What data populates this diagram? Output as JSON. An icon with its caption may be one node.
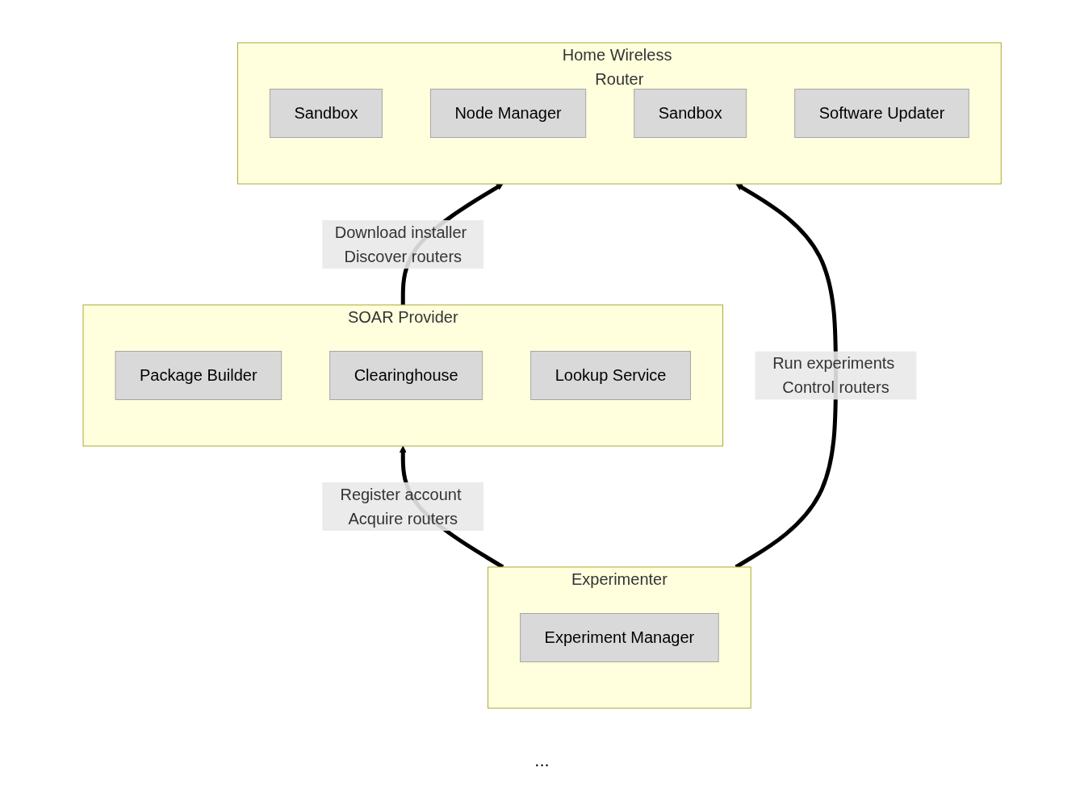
{
  "diagram": {
    "nodes": [
      {
        "text": [
          "Home Wireless Router"
        ]
      },
      {
        "text": [
          "Sandbox"
        ],
        "in": 0
      },
      {
        "text": [
          "Node Manager"
        ],
        "in": 0
      },
      {
        "text": [
          "Sandbox"
        ],
        "in": 0
      },
      {
        "text": [
          "Software Updater"
        ],
        "in": 0
      },
      {
        "text": [
          "SOAR Provider"
        ]
      },
      {
        "text": [
          "Package Builder"
        ],
        "in": 5
      },
      {
        "text": [
          "Clearinghouse"
        ],
        "in": 5
      },
      {
        "text": [
          "Lookup Service"
        ],
        "in": 5
      },
      {
        "text": [
          "Experimenter"
        ]
      },
      {
        "text": [
          "Experiment Manager"
        ],
        "in": 9
      }
    ],
    "edges": [
      {
        "from": 5,
        "to": 0,
        "arrow": "to",
        "label": "Download installer Discover routers"
      },
      {
        "from": 9,
        "to": 0,
        "arrow": "to",
        "label": "Run experiments Control routers"
      },
      {
        "from": 9,
        "to": 5,
        "arrow": "to",
        "label": "Register account Acquire routers"
      }
    ],
    "labels": [
      "..."
    ]
  }
}
